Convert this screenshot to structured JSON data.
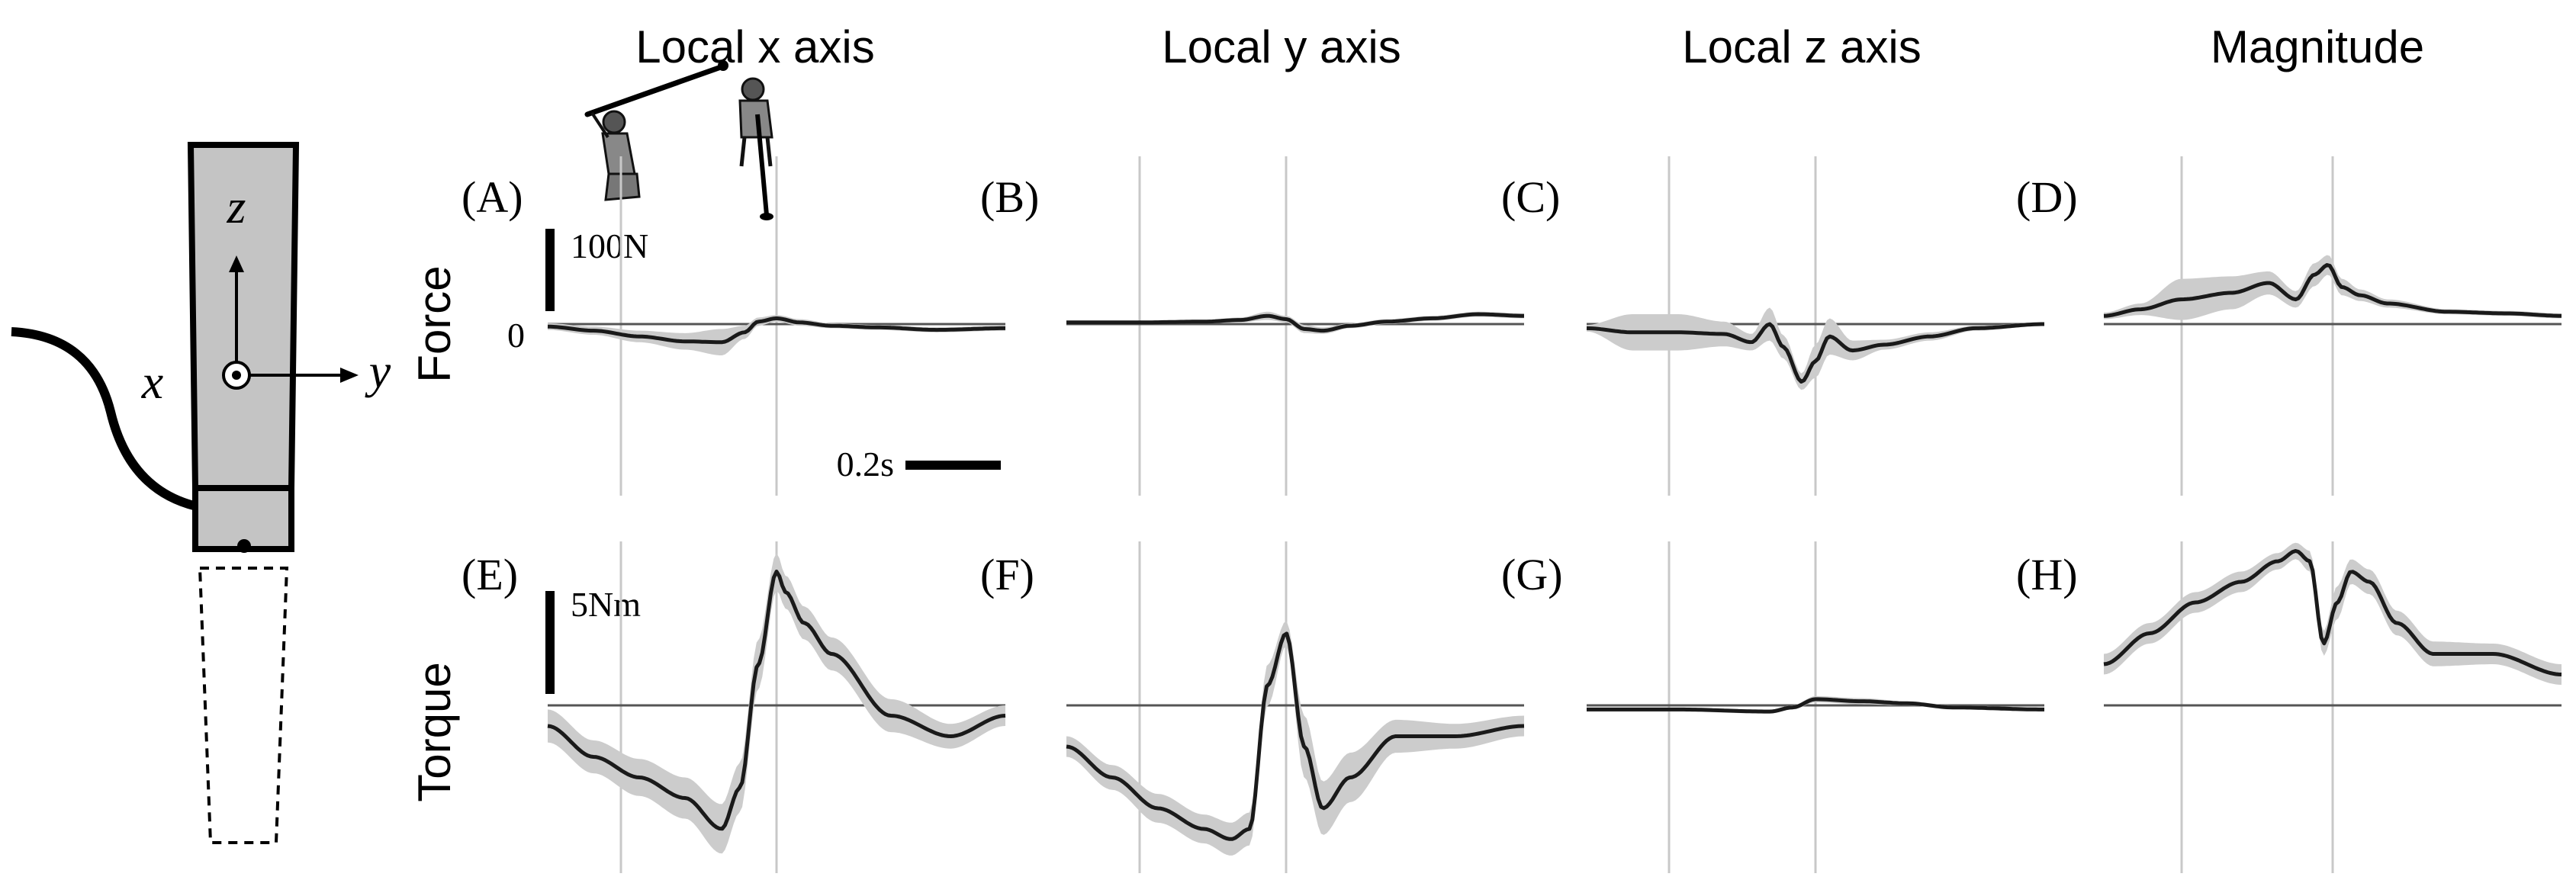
{
  "column_titles": [
    "Local x axis",
    "Local y axis",
    "Local z axis",
    "Magnitude"
  ],
  "row_labels": [
    "Force",
    "Torque"
  ],
  "force_scale_label": "100N",
  "torque_scale_label": "5Nm",
  "time_scale_label": "0.2s",
  "zero_label": "0",
  "axis_labels": {
    "z": "z",
    "x": "x",
    "y": "y"
  },
  "colors": {
    "mean_line": "#1a1a1a",
    "band": "#cccccc",
    "zero_line": "#555555",
    "event_line": "#c8c8c8",
    "grip": "#c4c4c4"
  },
  "icons": [
    "golfer-backswing-icon",
    "golfer-impact-icon",
    "club-grip-diagram"
  ],
  "chart_data": [
    {
      "type": "line",
      "panel": "(A)",
      "row": "Force",
      "column": "Local x axis",
      "events": [
        0.16,
        0.5
      ],
      "x": [
        0,
        0.1,
        0.2,
        0.3,
        0.38,
        0.43,
        0.46,
        0.5,
        0.55,
        0.62,
        0.72,
        0.85,
        1.0
      ],
      "mean": [
        -3,
        -8,
        -15,
        -21,
        -22,
        -10,
        3,
        7,
        2,
        -2,
        -4,
        -7,
        -5
      ],
      "band": [
        4,
        5,
        7,
        10,
        16,
        8,
        5,
        4,
        4,
        3,
        3,
        3,
        3
      ]
    },
    {
      "type": "line",
      "panel": "(B)",
      "row": "Force",
      "column": "Local y axis",
      "events": [
        0.16,
        0.48
      ],
      "x": [
        0,
        0.15,
        0.3,
        0.38,
        0.44,
        0.48,
        0.52,
        0.56,
        0.62,
        0.7,
        0.8,
        0.9,
        1.0
      ],
      "mean": [
        2,
        2,
        3,
        5,
        10,
        6,
        -6,
        -8,
        -2,
        3,
        7,
        12,
        10
      ],
      "band": [
        1,
        1,
        2,
        3,
        5,
        4,
        5,
        4,
        3,
        3,
        3,
        3,
        3
      ]
    },
    {
      "type": "line",
      "panel": "(C)",
      "row": "Force",
      "column": "Local z axis",
      "events": [
        0.18,
        0.5
      ],
      "x": [
        0,
        0.1,
        0.2,
        0.3,
        0.36,
        0.4,
        0.43,
        0.47,
        0.5,
        0.53,
        0.58,
        0.65,
        0.75,
        0.85,
        1.0
      ],
      "mean": [
        -5,
        -10,
        -10,
        -12,
        -22,
        0,
        -28,
        -70,
        -45,
        -15,
        -32,
        -25,
        -15,
        -5,
        0
      ],
      "band": [
        4,
        22,
        22,
        15,
        10,
        20,
        14,
        10,
        20,
        22,
        12,
        6,
        5,
        3,
        2
      ]
    },
    {
      "type": "line",
      "panel": "(D)",
      "row": "Force",
      "column": "Magnitude",
      "events": [
        0.17,
        0.5
      ],
      "x": [
        0,
        0.08,
        0.17,
        0.28,
        0.36,
        0.42,
        0.46,
        0.49,
        0.52,
        0.56,
        0.62,
        0.75,
        0.88,
        1.0
      ],
      "mean": [
        10,
        18,
        30,
        38,
        50,
        30,
        60,
        72,
        45,
        35,
        25,
        15,
        13,
        10
      ],
      "band": [
        4,
        7,
        25,
        20,
        14,
        10,
        14,
        12,
        10,
        7,
        5,
        3,
        3,
        3
      ]
    },
    {
      "type": "line",
      "panel": "(E)",
      "row": "Torque",
      "column": "Local x axis",
      "events": [
        0.16,
        0.5
      ],
      "x": [
        0,
        0.1,
        0.2,
        0.3,
        0.38,
        0.42,
        0.46,
        0.5,
        0.52,
        0.56,
        0.62,
        0.75,
        0.88,
        1.0
      ],
      "mean": [
        -1,
        -2.5,
        -3.5,
        -4.5,
        -6,
        -4,
        2,
        6.5,
        5.5,
        4,
        2.5,
        -0.5,
        -1.5,
        -0.5
      ],
      "band": [
        0.8,
        0.8,
        0.9,
        1.0,
        1.2,
        1.2,
        1.2,
        0.9,
        0.8,
        0.8,
        0.8,
        0.8,
        0.6,
        0.5
      ]
    },
    {
      "type": "line",
      "panel": "(F)",
      "row": "Torque",
      "column": "Local y axis",
      "events": [
        0.16,
        0.48
      ],
      "x": [
        0,
        0.1,
        0.2,
        0.3,
        0.36,
        0.4,
        0.44,
        0.48,
        0.52,
        0.56,
        0.62,
        0.72,
        0.85,
        1.0
      ],
      "mean": [
        -2,
        -3.5,
        -5,
        -6,
        -6.5,
        -6,
        1,
        3.5,
        -2,
        -5,
        -3.5,
        -1.5,
        -1.5,
        -1
      ],
      "band": [
        0.5,
        0.6,
        0.7,
        0.7,
        0.8,
        0.8,
        1.0,
        0.6,
        1.5,
        1.3,
        1.2,
        0.8,
        0.6,
        0.5
      ]
    },
    {
      "type": "line",
      "panel": "(G)",
      "row": "Torque",
      "column": "Local z axis",
      "events": [
        0.18,
        0.5
      ],
      "x": [
        0,
        0.2,
        0.4,
        0.45,
        0.5,
        0.6,
        0.7,
        0.8,
        1.0
      ],
      "mean": [
        -0.2,
        -0.2,
        -0.3,
        -0.1,
        0.3,
        0.2,
        0.1,
        -0.1,
        -0.2
      ],
      "band": [
        0.1,
        0.1,
        0.1,
        0.1,
        0.15,
        0.15,
        0.1,
        0.1,
        0.1
      ]
    },
    {
      "type": "line",
      "panel": "(H)",
      "row": "Torque",
      "column": "Magnitude",
      "events": [
        0.17,
        0.5
      ],
      "x": [
        0,
        0.1,
        0.2,
        0.3,
        0.38,
        0.42,
        0.45,
        0.48,
        0.51,
        0.54,
        0.58,
        0.64,
        0.72,
        0.85,
        1.0
      ],
      "mean": [
        2,
        3.5,
        5,
        6,
        7,
        7.5,
        7,
        3,
        5,
        6.5,
        6,
        4,
        2.5,
        2.5,
        1.5
      ],
      "band": [
        0.5,
        0.5,
        0.5,
        0.5,
        0.4,
        0.4,
        0.5,
        0.6,
        0.8,
        0.6,
        0.6,
        0.6,
        0.6,
        0.5,
        0.5
      ]
    }
  ]
}
